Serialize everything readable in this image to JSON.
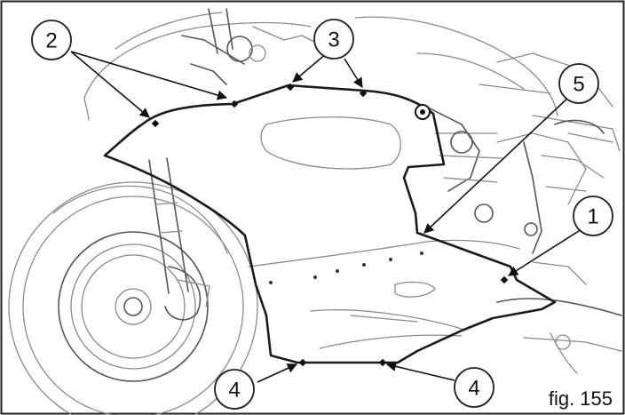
{
  "figure": {
    "caption": "fig. 155"
  },
  "callouts": [
    {
      "id": "callout-2",
      "label": "2"
    },
    {
      "id": "callout-3",
      "label": "3"
    },
    {
      "id": "callout-5",
      "label": "5"
    },
    {
      "id": "callout-1",
      "label": "1"
    },
    {
      "id": "callout-4a",
      "label": "4"
    },
    {
      "id": "callout-4b",
      "label": "4"
    }
  ],
  "colors": {
    "line_art": "#8a8a8a",
    "fairing_outline": "#1a1a1a",
    "background": "#ffffff"
  }
}
